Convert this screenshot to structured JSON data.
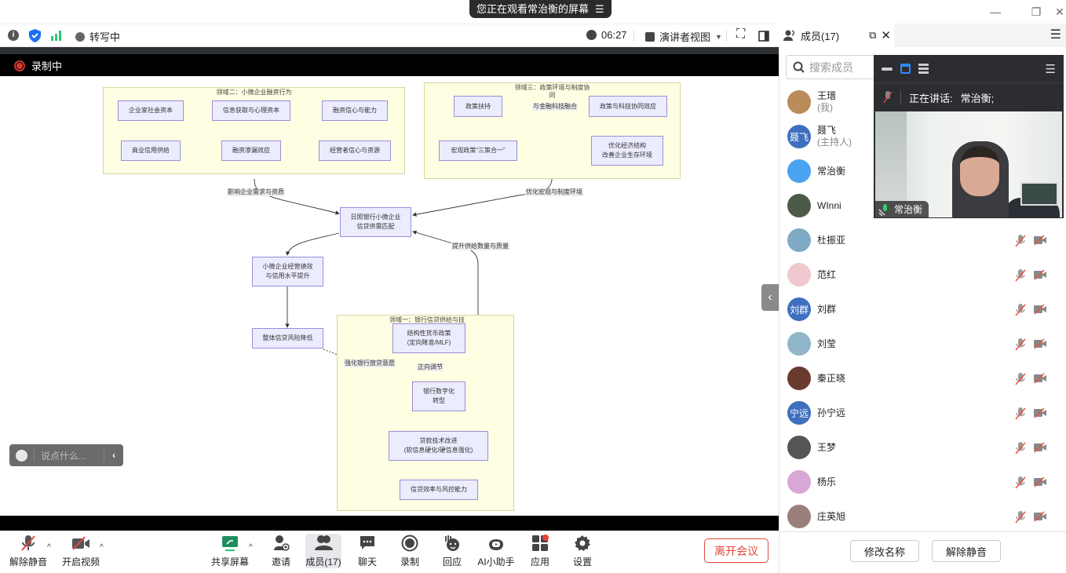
{
  "banner": {
    "text": "您正在观看常治衡的屏幕"
  },
  "topbar": {
    "transcribe": "转写中",
    "timer": "06:27",
    "view_mode": "演讲者视图"
  },
  "recording": {
    "label": "录制中"
  },
  "diagram": {
    "groups": {
      "g2": "领域二：小微企业融资行为\n与企业家特征",
      "g3": "领域三：政策环境与制度协\n同",
      "g1": "领域一：银行信贷供给与技"
    },
    "nodes": {
      "n_social": "企业家社会资本",
      "n_info": "信息获取与心理资本",
      "n_conf": "融资信心与能力",
      "n_credit": "商业信用供给",
      "n_leak": "融资渗漏效应",
      "n_owner": "经营者信心与资源",
      "n_policy": "政策扶持",
      "n_synergy": "政策与科技协同效应",
      "n_macro": "宏观政策“三策合一”",
      "n_optimize": "优化经济结构\n改善企业生存环境",
      "n_center": "日照银行小微企业\n信贷供需匹配",
      "n_perf": "小微企业经营绩效\n与信用水平提升",
      "n_risk": "整体信贷风险降低",
      "n_struct": "结构性货币政策\n(定向降准/MLF)",
      "n_digital": "银行数字化\n转型",
      "n_loan": "贷款技术改进\n(软信息硬化/硬信息强化)",
      "n_eff": "信贷效率与风控能力"
    },
    "edge_labels": {
      "e_fintech": "与金融科技融合",
      "e_demand": "影响企业需求与资质",
      "e_env": "优化宏观与制度环境",
      "e_supply": "提升供给数量与质量",
      "e_willing": "强化银行放贷意愿",
      "e_positive": "正向调节"
    }
  },
  "chat": {
    "placeholder": "说点什么..."
  },
  "toolbar": {
    "unmute": "解除静音",
    "video": "开启视频",
    "share": "共享屏幕",
    "invite": "邀请",
    "members": "成员(17)",
    "chat": "聊天",
    "record": "录制",
    "react": "回应",
    "ai": "AI小助手",
    "apps": "应用",
    "settings": "设置",
    "leave": "离开会议"
  },
  "panel": {
    "title": "成员(17)",
    "search_placeholder": "搜索成员",
    "speaking_label": "正在讲话:",
    "speaking_name": "常治衡;",
    "video_name": "常治衡",
    "rename": "修改名称",
    "unmute": "解除静音",
    "members": [
      {
        "name": "王瑨",
        "role": "(我)",
        "avatar_text": "",
        "avatar_color": "#b98c5a"
      },
      {
        "name": "聂飞",
        "role": "(主持人)",
        "avatar_text": "聂飞",
        "avatar_color": "#3f6fbf"
      },
      {
        "name": "常治衡",
        "role": "",
        "avatar_text": "",
        "avatar_color": "#4aa3f0"
      },
      {
        "name": "WInni",
        "role": "",
        "avatar_text": "",
        "avatar_color": "#4e5a48"
      },
      {
        "name": "杜振亚",
        "role": "",
        "avatar_text": "",
        "avatar_color": "#7fa9c4"
      },
      {
        "name": "范红",
        "role": "",
        "avatar_text": "",
        "avatar_color": "#efc9cf"
      },
      {
        "name": "刘群",
        "role": "",
        "avatar_text": "刘群",
        "avatar_color": "#3f6fbf"
      },
      {
        "name": "刘莹",
        "role": "",
        "avatar_text": "",
        "avatar_color": "#8fb6c9"
      },
      {
        "name": "秦正晓",
        "role": "",
        "avatar_text": "",
        "avatar_color": "#6b3a2e"
      },
      {
        "name": "孙宁远",
        "role": "",
        "avatar_text": "宁远",
        "avatar_color": "#3f6fbf"
      },
      {
        "name": "王梦",
        "role": "",
        "avatar_text": "",
        "avatar_color": "#555"
      },
      {
        "name": "杨乐",
        "role": "",
        "avatar_text": "",
        "avatar_color": "#d9a7d6"
      },
      {
        "name": "庄英旭",
        "role": "",
        "avatar_text": "",
        "avatar_color": "#9a7f7a"
      }
    ]
  }
}
